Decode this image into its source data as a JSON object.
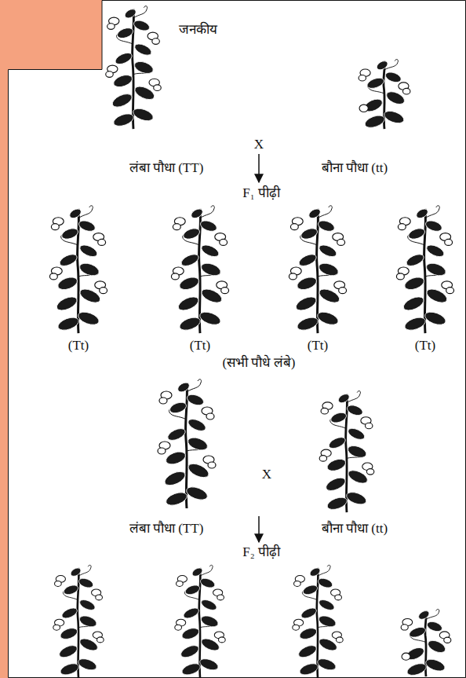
{
  "diagram": {
    "labels": [
      "जनकीय",
      "X",
      "लंबा पौधा (TT)",
      "बौना पौधा (tt)",
      "F₁ पीढ़ी",
      "(Tt)",
      "(Tt)",
      "(Tt)",
      "(Tt)",
      "(सभी पौधे लंबे)",
      "X",
      "लंबा पौधा (TT)",
      "बौना पौधा (tt)",
      "F₂ पीढ़ी"
    ]
  }
}
